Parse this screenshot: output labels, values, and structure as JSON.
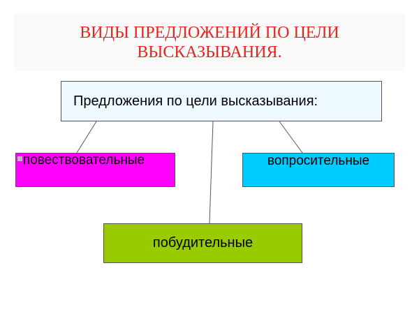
{
  "title": {
    "line1": "ВИДЫ ПРЕДЛОЖЕНИЙ ПО ЦЕЛИ",
    "line2": "ВЫСКАЗЫВАНИЯ.",
    "color": "#e8231c"
  },
  "diagram": {
    "root": {
      "label": "Предложения по цели высказывания:"
    },
    "children": {
      "left": {
        "label": "повествовательные",
        "color": "#ff00ff"
      },
      "right": {
        "label": "вопросительные",
        "color": "#00ccff"
      },
      "bottom": {
        "label": "побудительные",
        "color": "#99cc00"
      }
    },
    "line_color": "#555555"
  }
}
